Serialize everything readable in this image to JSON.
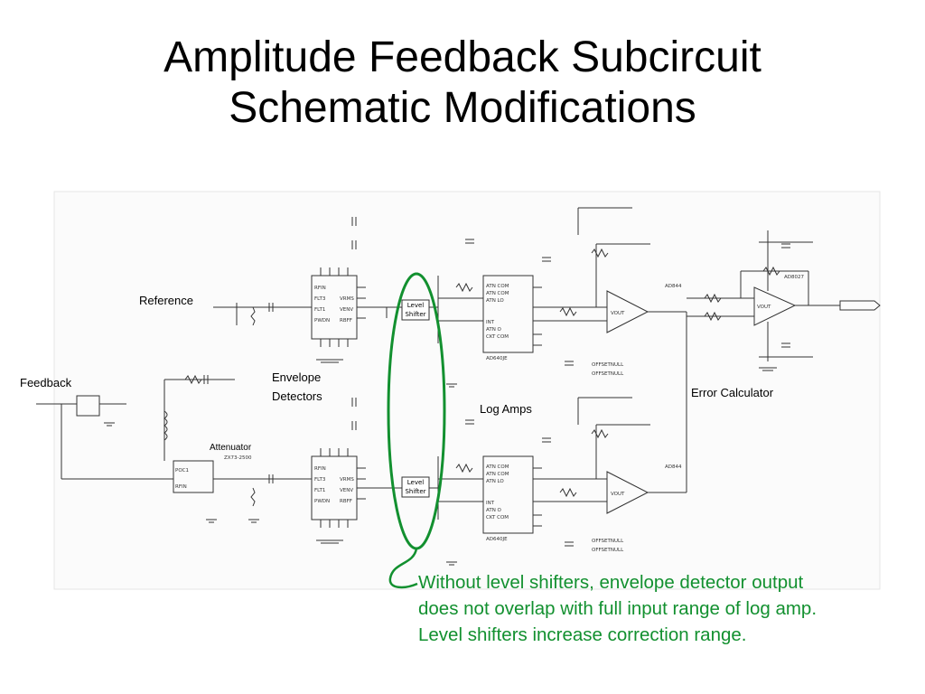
{
  "slide": {
    "title_line1": "Amplitude Feedback Subcircuit",
    "title_line2": "Schematic Modifications"
  },
  "labels": {
    "reference": "Reference",
    "feedback": "Feedback",
    "envelope_line1": "Envelope",
    "envelope_line2": "Detectors",
    "attenuator": "Attenuator",
    "log_amps": "Log Amps",
    "error_calculator": "Error Calculator",
    "level_shifter_line1": "Level",
    "level_shifter_line2": "Shifter"
  },
  "callout": {
    "line1": "Without level shifters, envelope detector output",
    "line2": "does not overlap with full input range of log amp.",
    "line3": "Level shifters increase correction range."
  },
  "colors": {
    "highlight": "#12902f",
    "schematic": "#333333",
    "background": "#ffffff"
  }
}
